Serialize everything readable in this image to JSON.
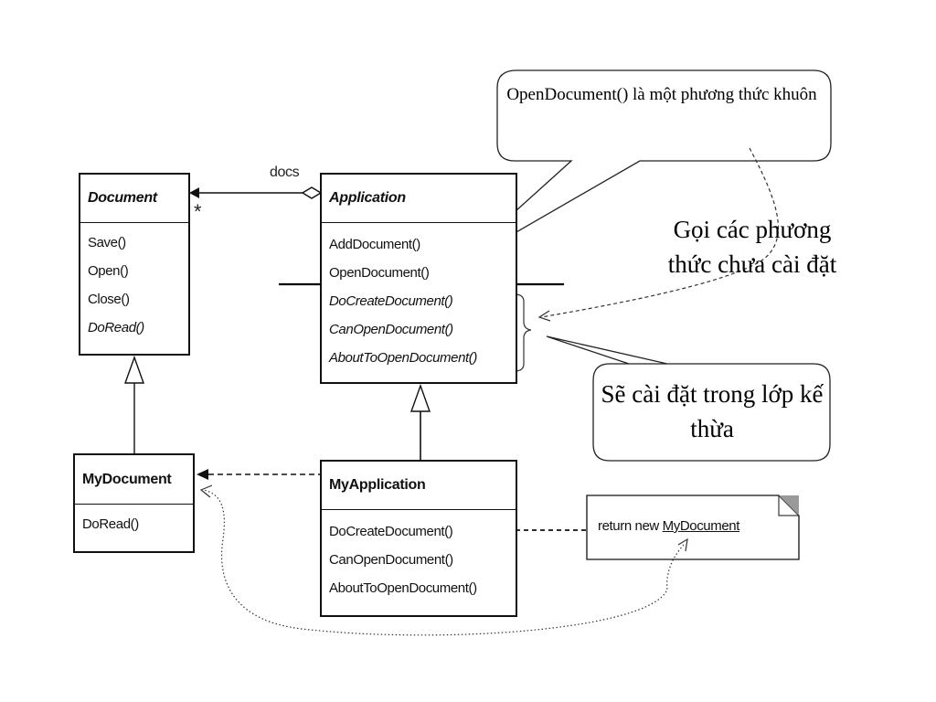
{
  "classes": {
    "document": {
      "name": "Document",
      "operations": [
        "Save()",
        "Open()",
        "Close()",
        "DoRead()"
      ],
      "abstract_operations": [
        "DoRead()"
      ]
    },
    "application": {
      "name": "Application",
      "operations": [
        "AddDocument()",
        "OpenDocument()",
        "DoCreateDocument()",
        "CanOpenDocument()",
        "AboutToOpenDocument()"
      ],
      "abstract_operations": [
        "DoCreateDocument()",
        "CanOpenDocument()",
        "AboutToOpenDocument()"
      ]
    },
    "my_document": {
      "name": "MyDocument",
      "operations": [
        "DoRead()"
      ]
    },
    "my_application": {
      "name": "MyApplication",
      "operations": [
        "DoCreateDocument()",
        "CanOpenDocument()",
        "AboutToOpenDocument()"
      ]
    }
  },
  "associations": {
    "docs_label": "docs",
    "multiplicity": "*"
  },
  "note": {
    "prefix": "return new ",
    "underlined": "MyDocument"
  },
  "callouts": {
    "template_method": "OpenDocument() là một phương thức khuôn",
    "calls_unimplemented": "Gọi các phương thức chưa cài đặt",
    "implemented_in_subclass": "Sẽ cài đặt trong lớp kế thừa"
  },
  "colors": {
    "line": "#111111",
    "background": "#ffffff",
    "note_corner": "#9a9a9a"
  }
}
